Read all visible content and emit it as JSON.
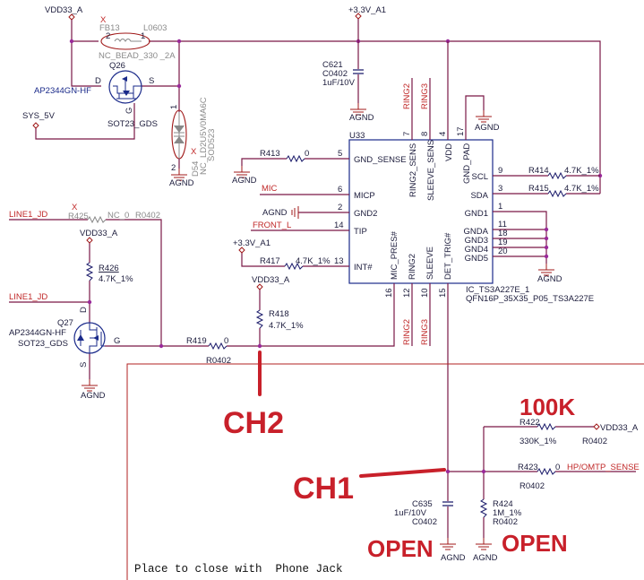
{
  "colors": {
    "wire": "#7a1846",
    "component": "#a01818",
    "net_label": "#c02828",
    "annotation": "#c8202a",
    "junction": "#9a2a9a"
  },
  "power": {
    "vdd33a": "VDD33_A",
    "v33a1": "+3.3V_A1",
    "sys5v": "SYS_5V",
    "agnd": "AGND"
  },
  "fb13": {
    "x": "X",
    "ref": "FB13",
    "footprint": "L0603",
    "pin2": "2",
    "pin1": "1",
    "value": "NC_BEAD_330 _2A"
  },
  "q26": {
    "ref": "Q26",
    "part": "AP2344GN-HF",
    "pkg": "SOT23_GDS",
    "d": "D",
    "s": "S",
    "g": "G"
  },
  "d54": {
    "x": "X",
    "ref": "D54",
    "value": "NC_LD2U5V0MA6C",
    "pkg": "SOD523",
    "pin1": "1",
    "pin2": "2"
  },
  "c621": {
    "ref": "C621",
    "pkg": "C0402",
    "value": "1uF/10V"
  },
  "u33": {
    "ref": "U33",
    "part": "IC_TS3A227E_1",
    "pkg": "QFN16P_35X35_P05_TS3A227E",
    "left_pins": [
      {
        "num": "5",
        "name": "GND_SENSE"
      },
      {
        "num": "6",
        "name": "MICP"
      },
      {
        "num": "2",
        "name": "GND2"
      },
      {
        "num": "14",
        "name": "TIP"
      },
      {
        "num": "13",
        "name": "INT#"
      }
    ],
    "top_pins": [
      {
        "num": "7",
        "name": "RING2_SENS"
      },
      {
        "num": "8",
        "name": "SLEEVE_SENS"
      },
      {
        "num": "4",
        "name": "VDD"
      },
      {
        "num": "17",
        "name": "GND_PAD"
      }
    ],
    "right_pins": [
      {
        "num": "9",
        "name": "SCL"
      },
      {
        "num": "3",
        "name": "SDA"
      },
      {
        "num": "1",
        "name": "GND1"
      },
      {
        "num": "11",
        "name": "GNDA"
      },
      {
        "num": "18",
        "name": "GND3"
      },
      {
        "num": "19",
        "name": "GND4"
      },
      {
        "num": "20",
        "name": "GND5"
      }
    ],
    "bottom_pins": [
      {
        "num": "16",
        "name": "MIC_PRES#"
      },
      {
        "num": "12",
        "name": "RING2"
      },
      {
        "num": "10",
        "name": "SLEEVE"
      },
      {
        "num": "15",
        "name": "DET_TRIG#"
      }
    ]
  },
  "nets": {
    "ring2": "RING2",
    "ring3": "RING3",
    "mic": "MIC",
    "front_l": "FRONT_L",
    "line1_jd": "LINE1_JD",
    "hp_sense": "HP/OMTP_SENSE"
  },
  "r413": {
    "ref": "R413",
    "value": "0"
  },
  "r414": {
    "ref": "R414",
    "value": "4.7K_1%"
  },
  "r415": {
    "ref": "R415",
    "value": "4.7K_1%"
  },
  "r417": {
    "ref": "R417",
    "value": "4.7K_1%"
  },
  "r425": {
    "x": "X",
    "ref": "R425",
    "value": "NC_0",
    "pkg": "R0402"
  },
  "r426": {
    "ref": "R426",
    "value": "4.7K_1%"
  },
  "q27": {
    "ref": "Q27",
    "part": "AP2344GN-HF",
    "pkg": "SOT23_GDS",
    "d": "D",
    "s": "S",
    "g": "G"
  },
  "r419": {
    "ref": "R419",
    "value": "0",
    "pkg": "R0402"
  },
  "r418": {
    "ref": "R418",
    "value": "4.7K_1%"
  },
  "r422": {
    "ref": "R422",
    "value": "330K_1%",
    "pkg": "R0402"
  },
  "r423": {
    "ref": "R423",
    "value": "0",
    "pkg": "R0402"
  },
  "c635": {
    "ref": "C635",
    "value": "1uF/10V",
    "pkg": "C0402"
  },
  "r424": {
    "ref": "R424",
    "value": "1M_1%",
    "pkg": "R0402"
  },
  "annotations": {
    "ch1": "CH1",
    "ch2": "CH2",
    "r100k": "100K",
    "open_c": "OPEN",
    "open_r": "OPEN"
  },
  "note": "Place to close with  Phone Jack"
}
